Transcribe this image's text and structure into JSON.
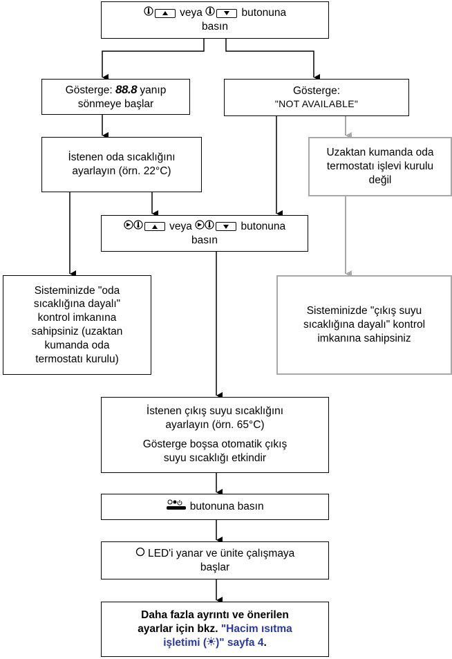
{
  "nodes": {
    "start": {
      "prefix_or": "veya",
      "suffix": "butonuna",
      "line2": "basın"
    },
    "left1": {
      "pre": "Gösterge:",
      "digits": "88.8",
      "post": "yanıp",
      "line2": "sönmeye başlar"
    },
    "right1": {
      "line1": "Gösterge:",
      "line2": "\"NOT AVAILABLE\""
    },
    "left2": {
      "line1": "İstenen oda sıcaklığını",
      "line2": "ayarlayın (örn. 22°C)"
    },
    "right2": {
      "line1": "Uzaktan kumanda oda",
      "line2": "termostatı işlevi kurulu",
      "line3": "değil"
    },
    "mid": {
      "or": "veya",
      "suffix": "butonuna",
      "line2": "basın"
    },
    "leftres": {
      "lines": [
        "Sisteminizde \"oda",
        "sıcaklığına dayalı\"",
        "kontrol imkanına",
        "sahipsiniz (uzaktan",
        "kumanda oda",
        "termostatı kurulu)"
      ]
    },
    "rightres": {
      "lines": [
        "Sisteminizde \"çıkış suyu",
        "sıcaklığına dayalı\" kontrol",
        "imkanına sahipsiniz"
      ]
    },
    "outlet": {
      "line1": "İstenen çıkış suyu sıcaklığını",
      "line2": "ayarlayın (örn. 65°C)",
      "line3": "Gösterge boşsa otomatik çıkış",
      "line4": "suyu sıcaklığı etkindir"
    },
    "press": {
      "label": "butonuna basın"
    },
    "led": {
      "line1": "LED'i yanar ve ünite çalışmaya",
      "line2": "başlar"
    },
    "final": {
      "line1": "Daha fazla ayrıntı ve önerilen",
      "line2": "ayarlar için bkz.",
      "link1": "\"Hacim ısıtma",
      "link2": "işletimi (",
      "link3": ")\" sayfa 4",
      "end": "."
    }
  },
  "icons": {
    "thermometer": "thermometer-icon",
    "up": "up-arrow-button",
    "down": "down-arrow-button",
    "sun": "sun-icon",
    "heating": "heating-mode-icon",
    "led": "led-circle-icon"
  },
  "colors": {
    "line": "#000000",
    "gray": "#a8a8a8",
    "link": "#2b3a9e"
  }
}
